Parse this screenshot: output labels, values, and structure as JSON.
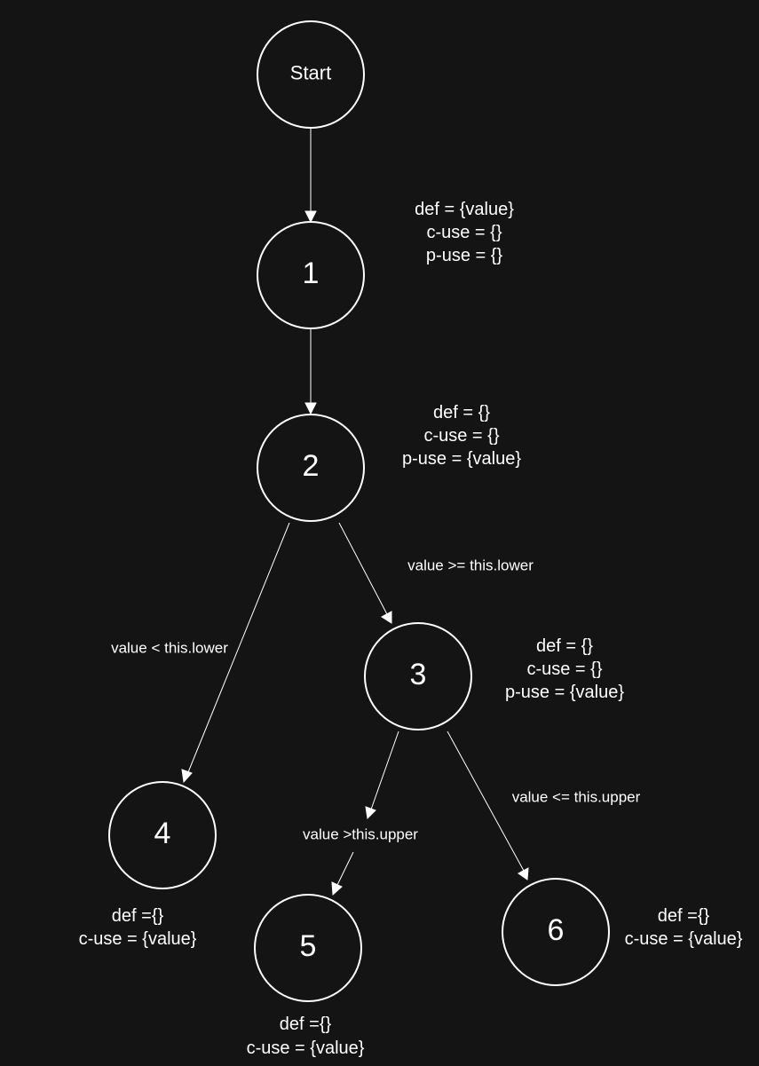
{
  "nodes": {
    "start": "Start",
    "n1": "1",
    "n2": "2",
    "n3": "3",
    "n4": "4",
    "n5": "5",
    "n6": "6"
  },
  "annotations": {
    "n1": [
      "def = {value}",
      "c-use = {}",
      "p-use = {}"
    ],
    "n2": [
      "def = {}",
      "c-use = {}",
      "p-use = {value}"
    ],
    "n3": [
      "def = {}",
      "c-use = {}",
      "p-use = {value}"
    ],
    "n4": [
      "def ={}",
      "c-use = {value}"
    ],
    "n5": [
      "def ={}",
      "c-use = {value}"
    ],
    "n6": [
      "def ={}",
      "c-use = {value}"
    ]
  },
  "edges": {
    "n2_n4": "value < this.lower",
    "n2_n3": "value >= this.lower",
    "n3_n5": "value >this.upper",
    "n3_n6": "value <= this.upper"
  },
  "colors": {
    "background": "#141414",
    "foreground": "#ffffff"
  }
}
